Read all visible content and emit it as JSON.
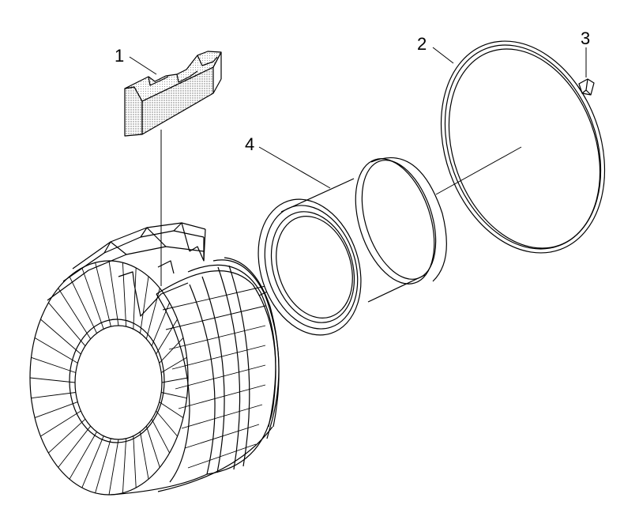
{
  "diagram": {
    "callouts": {
      "part1": "1",
      "part2": "2",
      "part3": "3",
      "part4": "4"
    },
    "colors": {
      "stroke": "#000000",
      "background": "#ffffff",
      "stipple": "#7a7a7a"
    }
  }
}
